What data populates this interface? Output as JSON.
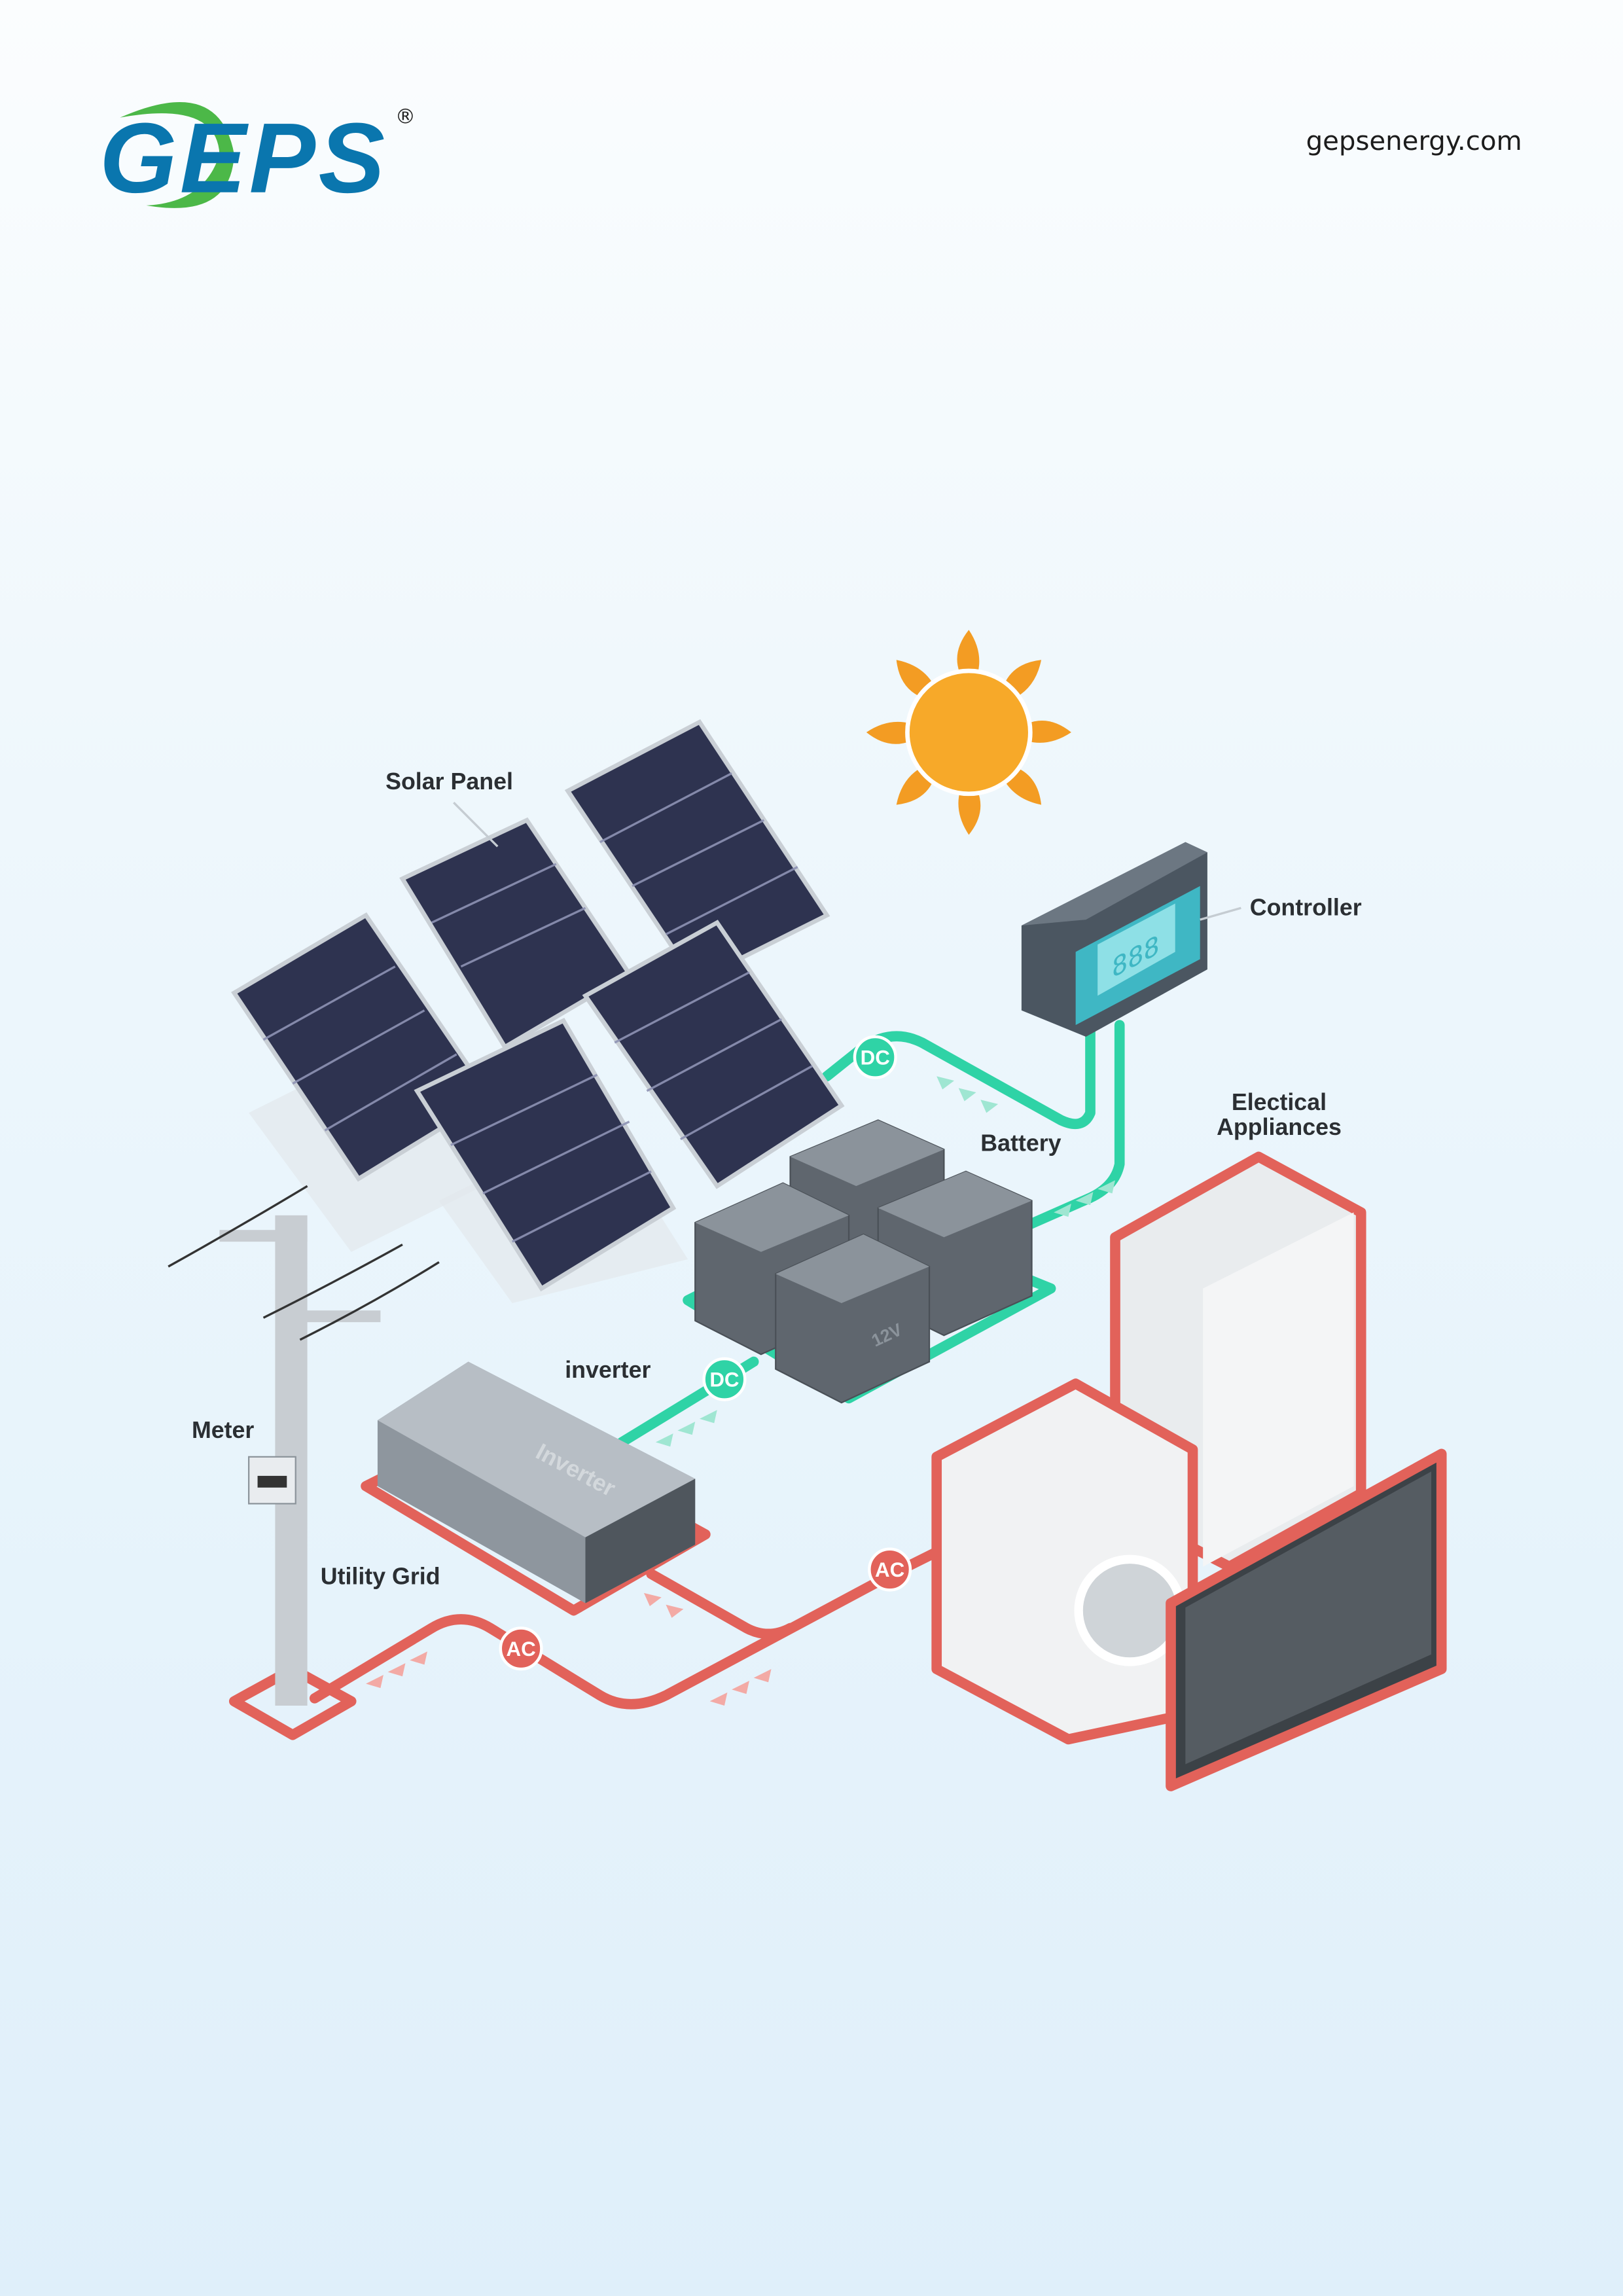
{
  "header": {
    "logo_text": "GEPS",
    "registered_mark": "®",
    "website": "gepsenergy.com"
  },
  "diagram": {
    "labels": {
      "solar_panel": "Solar Panel",
      "controller": "Controller",
      "battery": "Battery",
      "appliances_line1": "Electical",
      "appliances_line2": "Appliances",
      "inverter": "inverter",
      "meter": "Meter",
      "utility_grid": "Utility Grid"
    },
    "tags": {
      "dc1": "DC",
      "dc2": "DC",
      "ac1": "AC",
      "ac2": "AC"
    },
    "device_text": {
      "controller_display": "888",
      "battery_voltage": "12V",
      "inverter_brand": "Inverter"
    }
  },
  "colors": {
    "brand_blue": "#0a76ae",
    "brand_green": "#4cb848",
    "dc_line": "#2fd3a6",
    "ac_line": "#e2625a",
    "sun": "#f7a929"
  }
}
